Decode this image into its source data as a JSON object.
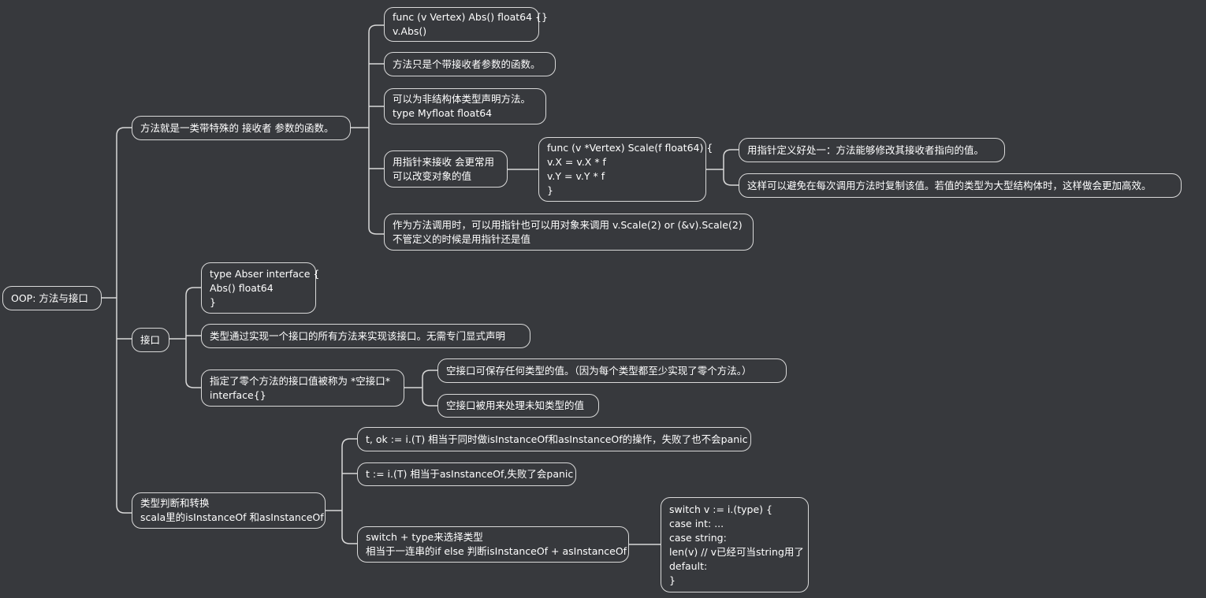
{
  "root": {
    "text": "OOP: 方法与接口"
  },
  "methods": {
    "title": "方法就是一类带特殊的 接收者 参数的函数。",
    "abs": [
      "func (v Vertex) Abs() float64 {}",
      "v.Abs()"
    ],
    "only_func": "方法只是个带接收者参数的函数。",
    "non_struct": [
      "可以为非结构体类型声明方法。",
      "type Myfloat float64"
    ],
    "pointer_receiver": [
      "用指针来接收 会更常用",
      "可以改变对象的值"
    ],
    "scale_code": [
      "func (v *Vertex) Scale(f float64) {",
      "v.X = v.X * f",
      "v.Y = v.Y * f",
      "}"
    ],
    "pointer_benefit1": "用指针定义好处一：方法能够修改其接收者指向的值。",
    "pointer_benefit2": "这样可以避免在每次调用方法时复制该值。若值的类型为大型结构体时，这样做会更加高效。",
    "call_note": [
      "作为方法调用时，可以用指针也可以用对象来调用 v.Scale(2) or (&v).Scale(2)",
      "不管定义的时候是用指针还是值"
    ]
  },
  "interface": {
    "title": "接口",
    "code": [
      "type Abser interface {",
      "Abs() float64",
      "}"
    ],
    "implicit": "类型通过实现一个接口的所有方法来实现该接口。无需专门显式声明",
    "empty": [
      "指定了零个方法的接口值被称为 *空接口*",
      "interface{}"
    ],
    "empty_any": "空接口可保存任何类型的值。（因为每个类型都至少实现了零个方法。）",
    "empty_unknown": "空接口被用来处理未知类型的值"
  },
  "typecheck": {
    "title": [
      "类型判断和转换",
      "scala里的isInstanceOf 和asInstanceOf"
    ],
    "ok_assert": "t, ok := i.(T) 相当于同时做isInstanceOf和asInstanceOf的操作，失败了也不会panic",
    "assert": "t := i.(T) 相当于asInstanceOf,失败了会panic",
    "switch": [
      "switch + type来选择类型",
      "相当于一连串的if else 判断isInstanceOf + asInstanceOf"
    ],
    "switch_code": [
      "switch v := i.(type) {",
      "case int: ...",
      "case string:",
      "len(v) // v已经可当string用了",
      "default:",
      "}"
    ]
  },
  "colors": {
    "background": "#37393d",
    "border": "#d9d9d9",
    "line": "#d9d9d9",
    "text": "#ffffff"
  }
}
